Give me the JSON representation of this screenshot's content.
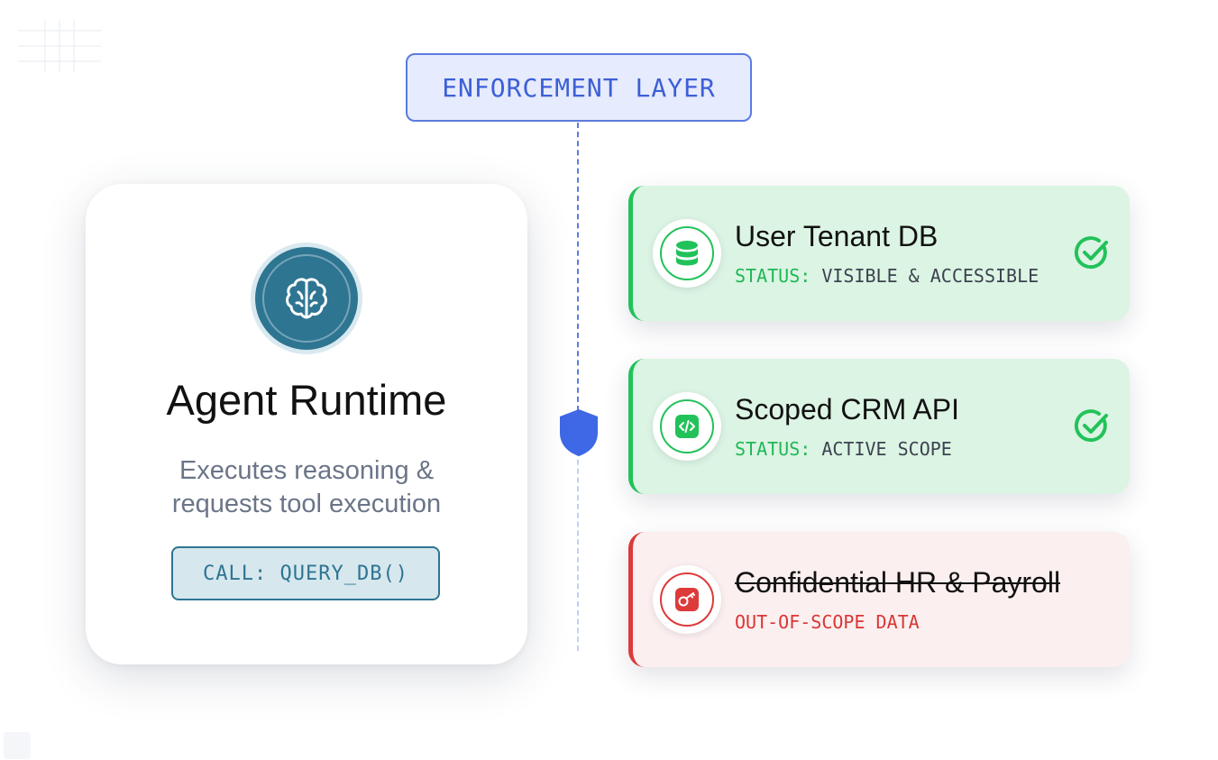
{
  "enforcement_layer": {
    "label": "ENFORCEMENT LAYER"
  },
  "agent": {
    "icon": "brain-icon",
    "title": "Agent Runtime",
    "description_line1": "Executes reasoning &",
    "description_line2": "requests tool execution",
    "call": "CALL: QUERY_DB()"
  },
  "resources": [
    {
      "icon": "database-icon",
      "name": "User Tenant DB",
      "status_key": "STATUS:",
      "status_value": "VISIBLE & ACCESSIBLE",
      "state": "allowed"
    },
    {
      "icon": "code-icon",
      "name": "Scoped CRM API",
      "status_key": "STATUS:",
      "status_value": "ACTIVE SCOPE",
      "state": "allowed"
    },
    {
      "icon": "key-icon",
      "name": "Confidential HR & Payroll",
      "status_text": "OUT-OF-SCOPE DATA",
      "state": "blocked"
    }
  ],
  "colors": {
    "enforcement_blue": "#3d5fd6",
    "agent_teal": "#2e7592",
    "allowed_green": "#22c25a",
    "blocked_red": "#dd3a3a"
  }
}
